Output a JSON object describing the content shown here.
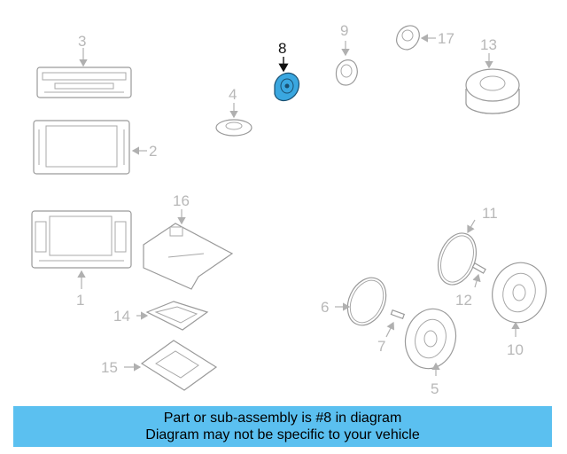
{
  "banner": {
    "line1": "Part or sub-assembly is #8 in diagram",
    "line2": "Diagram may not be specific to your vehicle"
  },
  "callouts": {
    "c1": "1",
    "c2": "2",
    "c3": "3",
    "c4": "4",
    "c5": "5",
    "c6": "6",
    "c7": "7",
    "c8": "8",
    "c9": "9",
    "c10": "10",
    "c11": "11",
    "c12": "12",
    "c13": "13",
    "c14": "14",
    "c15": "15",
    "c16": "16",
    "c17": "17"
  },
  "highlight_color": "#3aa7e0",
  "banner_color": "#5bc0f0"
}
